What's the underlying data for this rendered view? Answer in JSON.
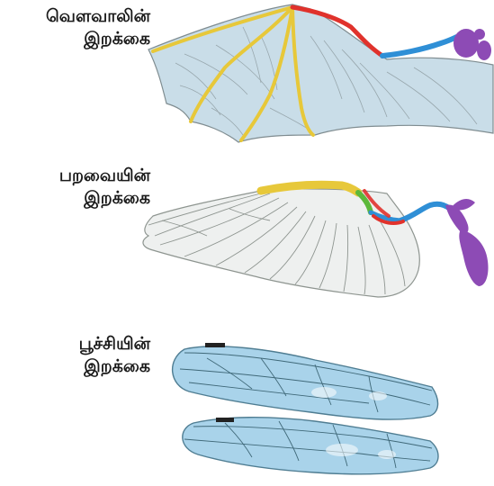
{
  "diagram": {
    "bat_wing": {
      "line1": "வௌவாலின்",
      "line2": "இறக்கை"
    },
    "bird_wing": {
      "line1": "பறவையின்",
      "line2": "இறக்கை"
    },
    "insect_wing": {
      "line1": "பூச்சியின்",
      "line2": "இறக்கை"
    }
  },
  "colors": {
    "humerus": "#e0322c",
    "radius_ulna": "#2f8fd6",
    "digits": "#e7c83a",
    "shoulder": "#8d4bb5",
    "bird_wrist": "#5cb83a",
    "membrane": "#c9dde8",
    "insect_wing": "#a9d3ea"
  }
}
